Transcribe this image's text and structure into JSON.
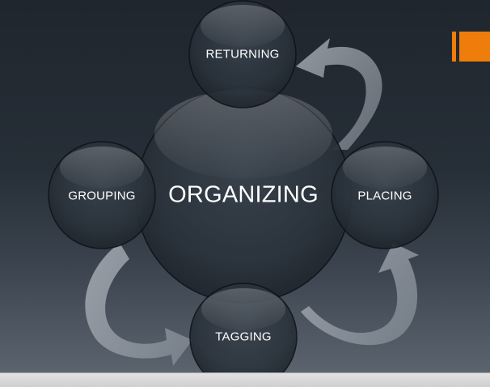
{
  "diagram": {
    "center": {
      "label": "ORGANIZING"
    },
    "nodes": {
      "top": {
        "label": "RETURNING"
      },
      "left": {
        "label": "GROUPING"
      },
      "right": {
        "label": "PLACING"
      },
      "bottom": {
        "label": "TAGGING"
      }
    }
  },
  "colors": {
    "accent": "#ef7d0b",
    "circle_fill": "#2c343d",
    "circle_stroke": "#101418",
    "arrow_fill": "#b5bcc6",
    "label_text": "#ffffff"
  }
}
